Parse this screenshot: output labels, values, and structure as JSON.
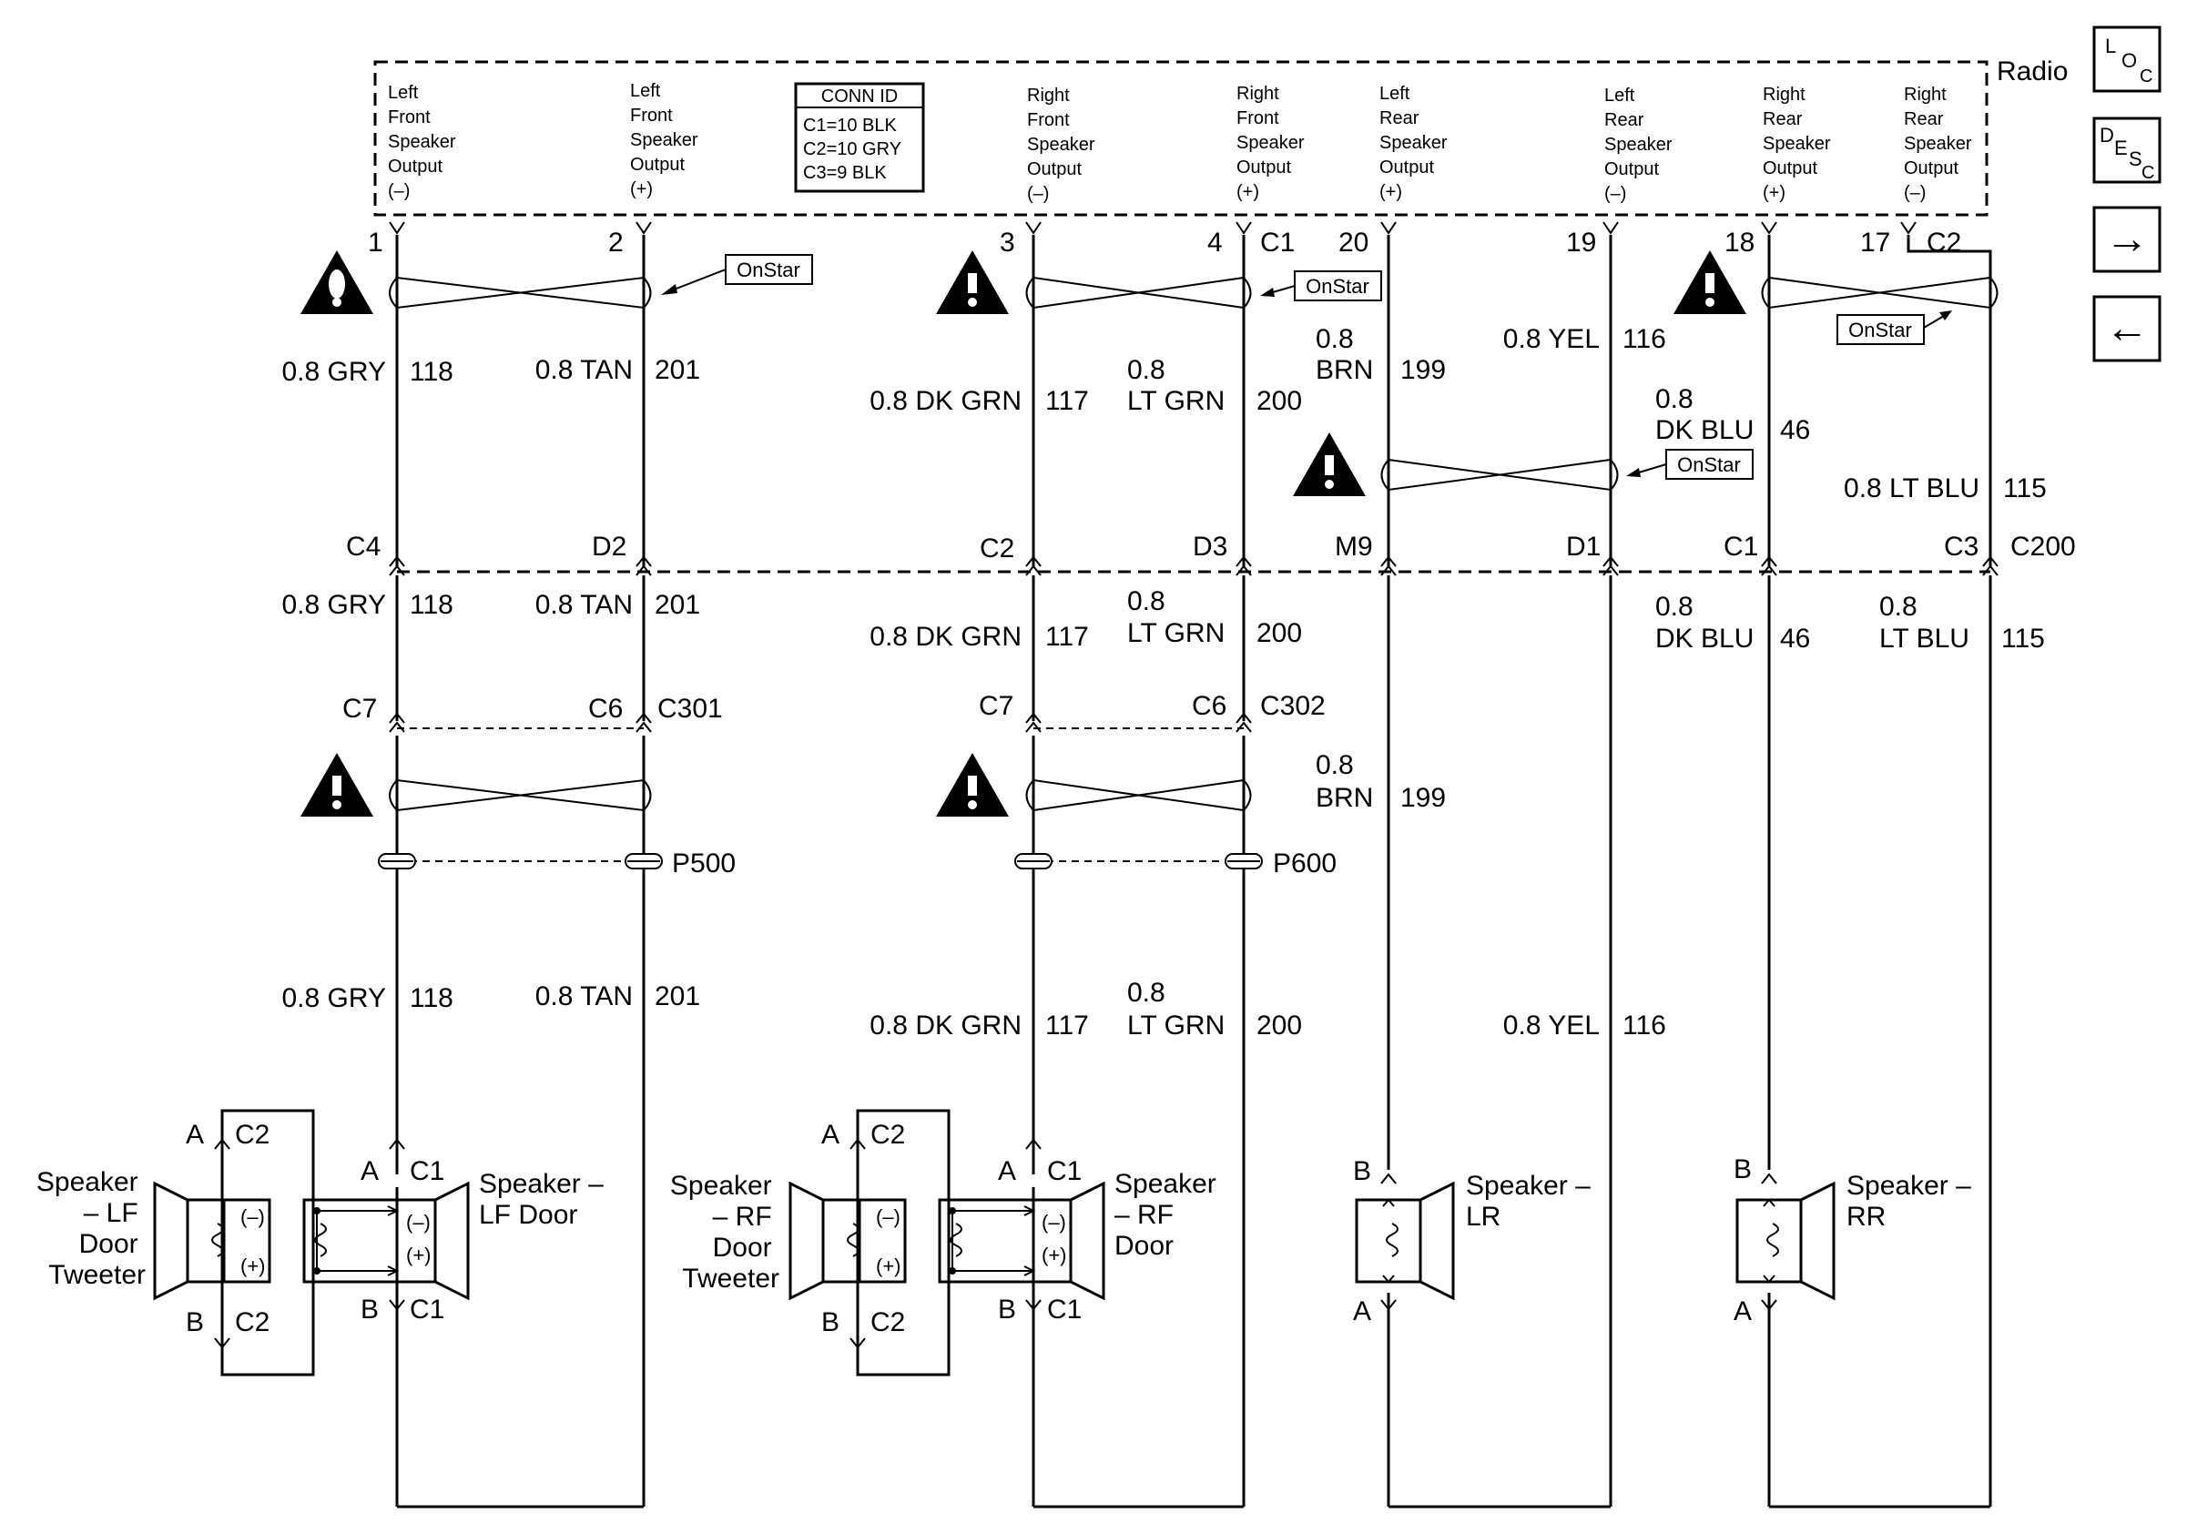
{
  "radio": {
    "title": "Radio",
    "outputs": {
      "lf_neg": [
        "Left",
        "Front",
        "Speaker",
        "Output",
        "(–)"
      ],
      "lf_pos": [
        "Left",
        "Front",
        "Speaker",
        "Output",
        "(+)"
      ],
      "rf_neg": [
        "Right",
        "Front",
        "Speaker",
        "Output",
        "(–)"
      ],
      "rf_pos": [
        "Right",
        "Front",
        "Speaker",
        "Output",
        "(+)"
      ],
      "lr_pos": [
        "Left",
        "Rear",
        "Speaker",
        "Output",
        "(+)"
      ],
      "lr_neg": [
        "Left",
        "Rear",
        "Speaker",
        "Output",
        "(–)"
      ],
      "rr_pos": [
        "Right",
        "Rear",
        "Speaker",
        "Output",
        "(+)"
      ],
      "rr_neg": [
        "Right",
        "Rear",
        "Speaker",
        "Output",
        "(–)"
      ]
    },
    "conn_id": {
      "title": "CONN ID",
      "lines": [
        "C1=10 BLK",
        "C2=10 GRY",
        "C3=9 BLK"
      ]
    },
    "pins": {
      "p1": "1",
      "p2": "2",
      "p3": "3",
      "p4": "4",
      "c1": "C1",
      "p20": "20",
      "p19": "19",
      "p18": "18",
      "p17": "17",
      "c2": "C2"
    }
  },
  "onstar_label": "OnStar",
  "wires": {
    "gry_top": {
      "size": "0.8 GRY",
      "circuit": "118"
    },
    "tan_top": {
      "size": "0.8 TAN",
      "circuit": "201"
    },
    "dkgrn_top": {
      "size": "0.8 DK GRN",
      "circuit": "117"
    },
    "ltgrn_top": {
      "size1": "0.8",
      "size2": "LT GRN",
      "circuit": "200"
    },
    "brn_top": {
      "size1": "0.8",
      "size2": "BRN",
      "circuit": "199"
    },
    "yel_top": {
      "size": "0.8 YEL",
      "circuit": "116"
    },
    "dkblu_top": {
      "size1": "0.8",
      "size2": "DK BLU",
      "circuit": "46"
    },
    "ltblu_top": {
      "size": "0.8 LT BLU",
      "circuit": "115"
    },
    "gry_mid": {
      "size": "0.8 GRY",
      "circuit": "118"
    },
    "tan_mid": {
      "size": "0.8 TAN",
      "circuit": "201"
    },
    "dkgrn_mid": {
      "size": "0.8 DK GRN",
      "circuit": "117"
    },
    "ltgrn_mid": {
      "size1": "0.8",
      "size2": "LT GRN",
      "circuit": "200"
    },
    "dkblu_mid": {
      "size1": "0.8",
      "size2": "DK BLU",
      "circuit": "46"
    },
    "ltblu_mid": {
      "size1": "0.8",
      "size2": "LT BLU",
      "circuit": "115"
    },
    "brn_low": {
      "size1": "0.8",
      "size2": "BRN",
      "circuit": "199"
    },
    "gry_low": {
      "size": "0.8 GRY",
      "circuit": "118"
    },
    "tan_low": {
      "size": "0.8 TAN",
      "circuit": "201"
    },
    "dkgrn_low": {
      "size": "0.8 DK GRN",
      "circuit": "117"
    },
    "ltgrn_low": {
      "size1": "0.8",
      "size2": "LT GRN",
      "circuit": "200"
    },
    "yel_low": {
      "size": "0.8 YEL",
      "circuit": "116"
    }
  },
  "c200": {
    "name": "C200",
    "pins": [
      "C4",
      "D2",
      "C2",
      "D3",
      "M9",
      "D1",
      "C1",
      "C3"
    ]
  },
  "c301": {
    "name": "C301",
    "pins": [
      "C7",
      "C6"
    ]
  },
  "c302": {
    "name": "C302",
    "pins": [
      "C7",
      "C6"
    ]
  },
  "p500": "P500",
  "p600": "P600",
  "speakers": {
    "lf_tweeter": {
      "lines": [
        "Speaker",
        "– LF",
        "Door",
        "Tweeter"
      ],
      "conn": "C2",
      "pinA": "A",
      "pinB": "B",
      "neg": "(–)",
      "pos": "(+)"
    },
    "lf_door": {
      "lines": [
        "Speaker –",
        "LF Door"
      ],
      "conn": "C1",
      "pinA": "A",
      "pinB": "B",
      "neg": "(–)",
      "pos": "(+)"
    },
    "rf_tweeter": {
      "lines": [
        "Speaker",
        "– RF",
        "Door",
        "Tweeter"
      ],
      "conn": "C2",
      "pinA": "A",
      "pinB": "B",
      "neg": "(–)",
      "pos": "(+)"
    },
    "rf_door": {
      "lines": [
        "Speaker",
        "– RF",
        "Door"
      ],
      "conn": "C1",
      "pinA": "A",
      "pinB": "B",
      "neg": "(–)",
      "pos": "(+)"
    },
    "lr": {
      "lines": [
        "Speaker –",
        "LR"
      ],
      "pinB": "B",
      "pinA": "A"
    },
    "rr": {
      "lines": [
        "Speaker –",
        "RR"
      ],
      "pinB": "B",
      "pinA": "A"
    }
  },
  "nav": {
    "loc": [
      "L",
      "O",
      "C"
    ],
    "desc": [
      "D",
      "E",
      "S",
      "C"
    ],
    "next": "→",
    "prev": "←"
  }
}
